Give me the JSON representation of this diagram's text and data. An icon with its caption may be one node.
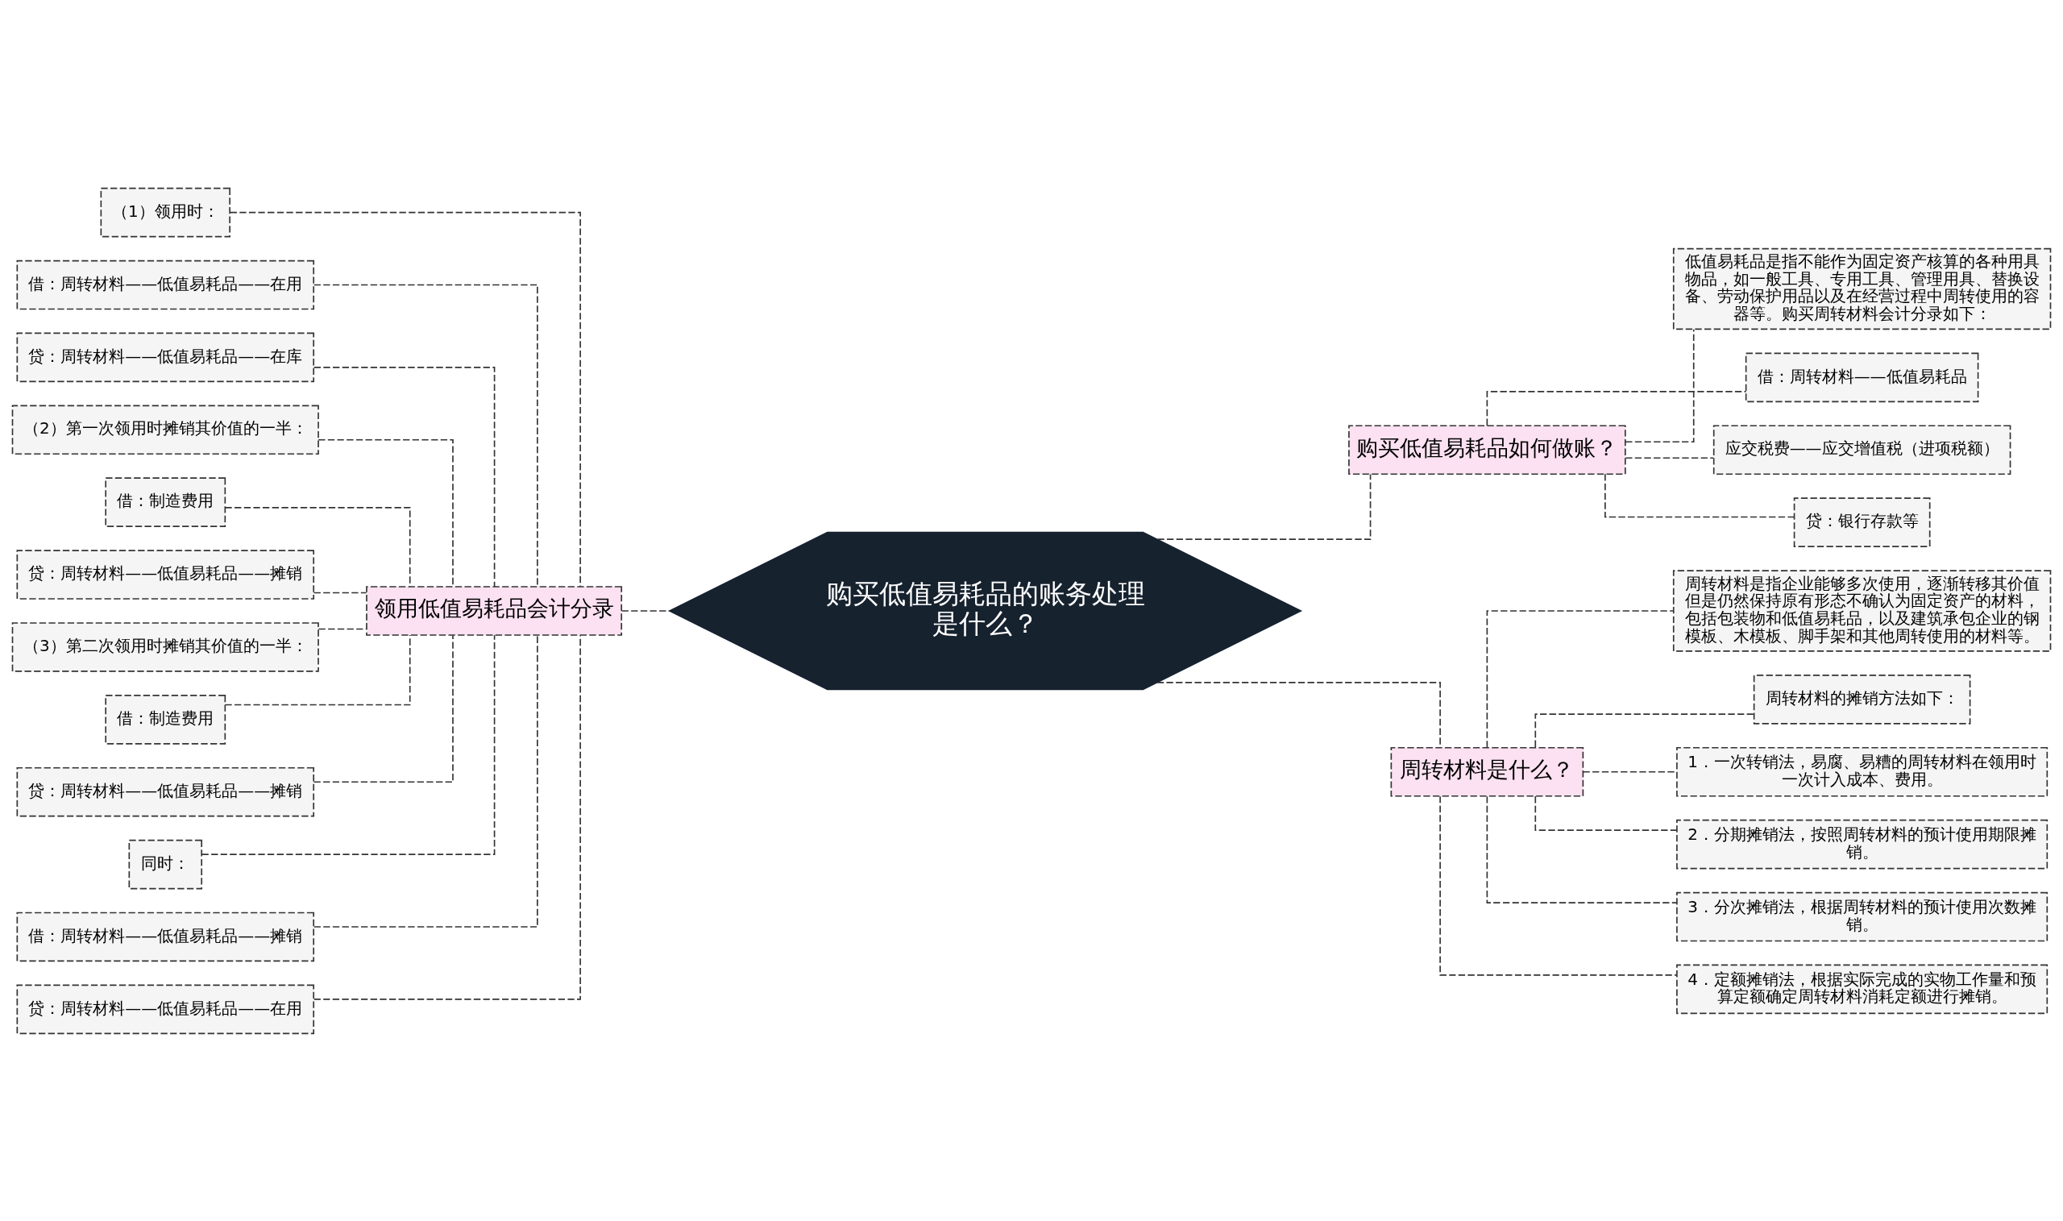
{
  "diagram": {
    "nodes": [
      {
        "text": [
          "购买低值易耗品的账务处理是什么？"
        ]
      },
      {
        "text": [
          "领用低值易耗品会计分录"
        ]
      },
      {
        "text": [
          "（1）领用时："
        ]
      },
      {
        "text": [
          "借：周转材料——低值易耗品——在用"
        ]
      },
      {
        "text": [
          "贷：周转材料——低值易耗品——在库"
        ]
      },
      {
        "text": [
          "（2）第一次领用时摊销其价值的一半："
        ]
      },
      {
        "text": [
          "借：制造费用"
        ]
      },
      {
        "text": [
          "贷：周转材料——低值易耗品——摊销"
        ]
      },
      {
        "text": [
          "（3）第二次领用时摊销其价值的一半："
        ]
      },
      {
        "text": [
          "借：制造费用"
        ]
      },
      {
        "text": [
          "贷：周转材料——低值易耗品——摊销"
        ]
      },
      {
        "text": [
          "同时："
        ]
      },
      {
        "text": [
          "借：周转材料——低值易耗品——摊销"
        ]
      },
      {
        "text": [
          "贷：周转材料——低值易耗品——在用"
        ]
      },
      {
        "text": [
          "购买低值易耗品如何做账？"
        ]
      },
      {
        "text": [
          "低值易耗品是指不能作为固定资产核算的各种用具物品，如一般工具、专用工具、管理用具、替换设备、劳动保护用品以及在经营过程中周转使用的容器等。购买周转材料会计分录如下："
        ]
      },
      {
        "text": [
          "借：周转材料——低值易耗品"
        ]
      },
      {
        "text": [
          "应交税费——应交增值税（进项税额）"
        ]
      },
      {
        "text": [
          "贷：银行存款等"
        ]
      },
      {
        "text": [
          "周转材料是什么？"
        ]
      },
      {
        "text": [
          "周转材料是指企业能够多次使用，逐渐转移其价值但是仍然保持原有形态不确认为固定资产的材料，包括包装物和低值易耗品，以及建筑承包企业的钢模板、木模板、脚手架和其他周转使用的材料等。"
        ]
      },
      {
        "text": [
          "周转材料的摊销方法如下："
        ]
      },
      {
        "text": [
          "1．一次转销法，易腐、易糟的周转材料在领用时一次计入成本、费用。"
        ]
      },
      {
        "text": [
          "2．分期摊销法，按照周转材料的预计使用期限摊销。"
        ]
      },
      {
        "text": [
          "3．分次摊销法，根据周转材料的预计使用次数摊销。"
        ]
      },
      {
        "text": [
          "4．定额摊销法，根据实际完成的实物工作量和预算定额确定周转材料消耗定额进行摊销。"
        ]
      }
    ],
    "edges": [
      {
        "from": 0,
        "to": 1,
        "arrow": "none",
        "style": "dashed"
      },
      {
        "from": 1,
        "to": 2,
        "arrow": "none",
        "style": "dashed"
      },
      {
        "from": 1,
        "to": 3,
        "arrow": "none",
        "style": "dashed"
      },
      {
        "from": 1,
        "to": 4,
        "arrow": "none",
        "style": "dashed"
      },
      {
        "from": 1,
        "to": 5,
        "arrow": "none",
        "style": "dashed"
      },
      {
        "from": 1,
        "to": 6,
        "arrow": "none",
        "style": "dashed"
      },
      {
        "from": 1,
        "to": 7,
        "arrow": "none",
        "style": "dashed"
      },
      {
        "from": 1,
        "to": 8,
        "arrow": "none",
        "style": "dashed"
      },
      {
        "from": 1,
        "to": 9,
        "arrow": "none",
        "style": "dashed"
      },
      {
        "from": 1,
        "to": 10,
        "arrow": "none",
        "style": "dashed"
      },
      {
        "from": 1,
        "to": 11,
        "arrow": "none",
        "style": "dashed"
      },
      {
        "from": 1,
        "to": 12,
        "arrow": "none",
        "style": "dashed"
      },
      {
        "from": 1,
        "to": 13,
        "arrow": "none",
        "style": "dashed"
      },
      {
        "from": 0,
        "to": 14,
        "arrow": "none",
        "style": "dashed"
      },
      {
        "from": 14,
        "to": 15,
        "arrow": "none",
        "style": "dashed"
      },
      {
        "from": 14,
        "to": 16,
        "arrow": "none",
        "style": "dashed"
      },
      {
        "from": 14,
        "to": 17,
        "arrow": "none",
        "style": "dashed"
      },
      {
        "from": 14,
        "to": 18,
        "arrow": "none",
        "style": "dashed"
      },
      {
        "from": 0,
        "to": 19,
        "arrow": "none",
        "style": "dashed"
      },
      {
        "from": 19,
        "to": 20,
        "arrow": "none",
        "style": "dashed"
      },
      {
        "from": 19,
        "to": 21,
        "arrow": "none",
        "style": "dashed"
      },
      {
        "from": 19,
        "to": 22,
        "arrow": "none",
        "style": "dashed"
      },
      {
        "from": 19,
        "to": 23,
        "arrow": "none",
        "style": "dashed"
      },
      {
        "from": 19,
        "to": 24,
        "arrow": "none",
        "style": "dashed"
      },
      {
        "from": 19,
        "to": 25,
        "arrow": "none",
        "style": "dashed"
      }
    ]
  }
}
